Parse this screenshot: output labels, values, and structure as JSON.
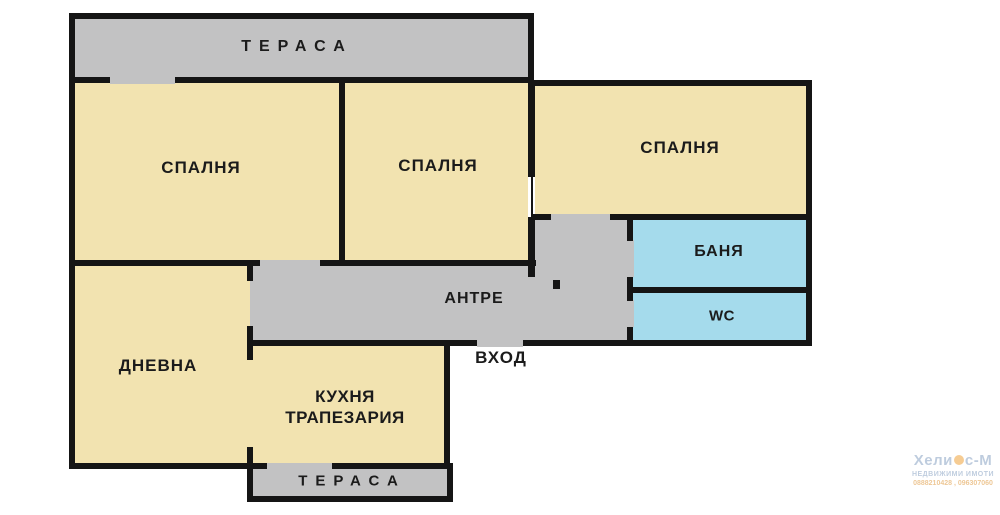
{
  "rooms": {
    "terrace_top": {
      "label": "ТЕРАСА"
    },
    "bedroom_1": {
      "label": "СПАЛНЯ"
    },
    "bedroom_2": {
      "label": "СПАЛНЯ"
    },
    "bedroom_3": {
      "label": "СПАЛНЯ"
    },
    "banya": {
      "label": "БАНЯ"
    },
    "wc": {
      "label": "WC"
    },
    "antre": {
      "label": "АНТРЕ"
    },
    "dnevna": {
      "label": "ДНЕВНА"
    },
    "kitchen": {
      "label_line1": "КУХНЯ",
      "label_line2": "ТРАПЕЗАРИЯ"
    },
    "terrace_bottom": {
      "label": "ТЕРАСА"
    }
  },
  "entrance": {
    "label": "ВХОД"
  },
  "colors": {
    "room_cream": "#f2e3b0",
    "terrace_gray": "#c2c2c3",
    "wet_room_blue": "#a5dbec",
    "wall_black": "#151515"
  },
  "watermark": {
    "brand_part1": "Хели",
    "brand_part2": "с-М",
    "subtitle": "НЕДВИЖИМИ ИМОТИ",
    "phones": "0888210428 , 096307060"
  }
}
